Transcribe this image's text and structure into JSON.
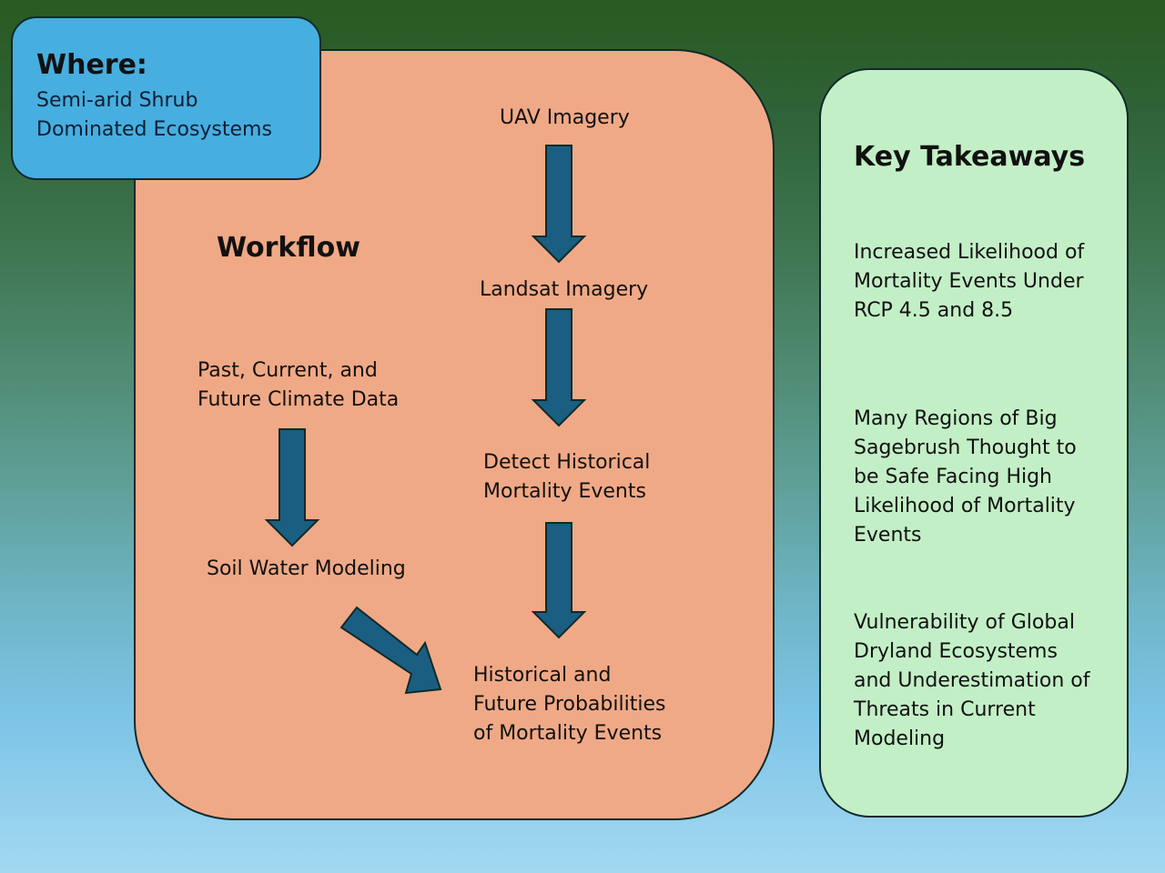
{
  "where": {
    "title": "Where:",
    "text": "Semi-arid Shrub\nDominated Ecosystems"
  },
  "workflow": {
    "title": "Workflow",
    "nodes": {
      "uav": "UAV Imagery",
      "landsat": "Landsat Imagery",
      "detect": "Detect Historical\nMortality Events",
      "climate": "Past, Current, and\nFuture Climate Data",
      "soil": "Soil Water Modeling",
      "probabilities": "Historical and\nFuture Probabilities\nof Mortality Events"
    }
  },
  "takeaways": {
    "title": "Key Takeaways",
    "items": [
      "Increased Likelihood of\nMortality Events Under\nRCP 4.5 and 8.5",
      "Many Regions of Big\nSagebrush Thought to\nbe Safe Facing High\nLikelihood of Mortality\nEvents",
      "Vulnerability of Global\nDryland Ecosystems\nand Underestimation of\nThreats in Current\nModeling"
    ]
  },
  "colors": {
    "arrow": "#1a5e82",
    "workflow_bg": "#f0a986",
    "where_bg": "#47aee0",
    "takeaways_bg": "#c3efc6"
  }
}
